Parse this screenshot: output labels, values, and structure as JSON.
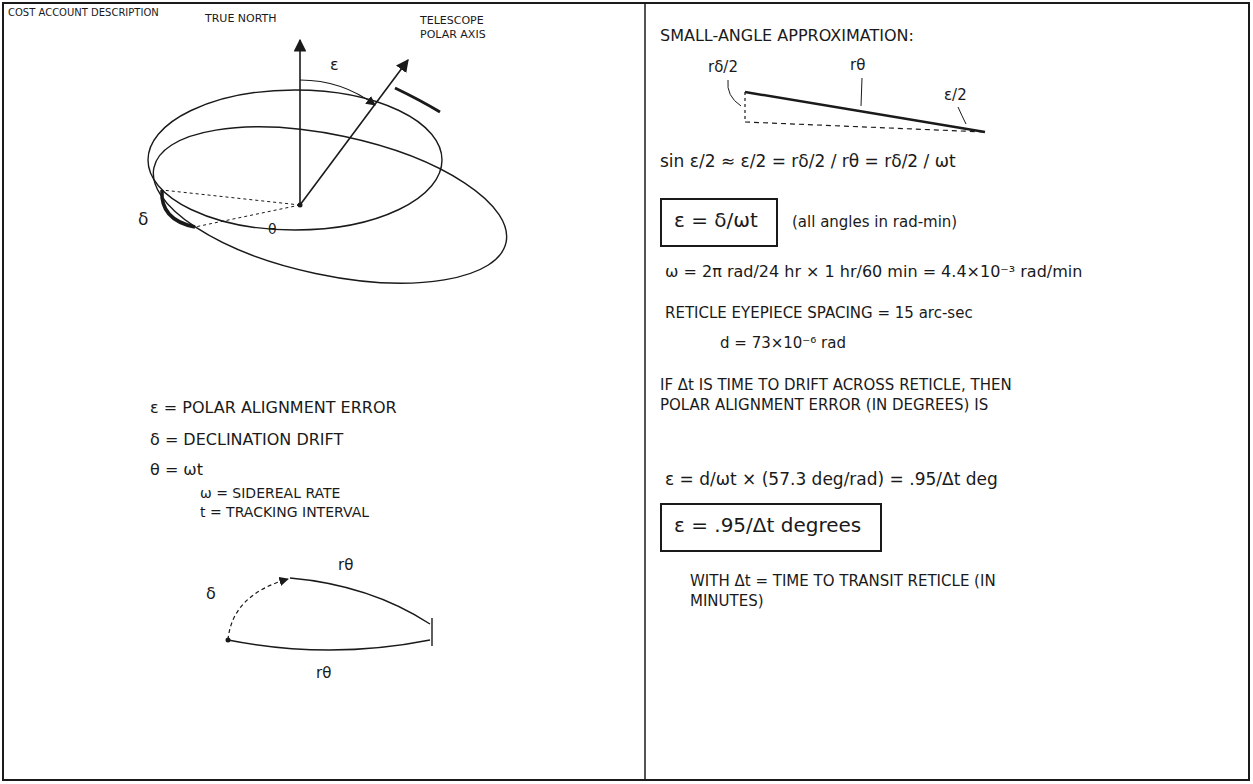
{
  "diagram": {
    "nodes": [
      {
        "text": [
          "ε = δ/ωt"
        ]
      },
      {
        "text": [
          "ε = .95/Δt degrees"
        ]
      }
    ],
    "labels": [
      "COST ACCOUNT DESCRIPTION",
      "TRUE NORTH",
      "TELESCOPE POLAR AXIS",
      "ε",
      "θ",
      "δ",
      "ε = POLAR ALIGNMENT ERROR",
      "δ = DECLINATION DRIFT",
      "θ = ωt",
      "ω = SIDEREAL RATE",
      "t = TRACKING INTERVAL",
      "δ",
      "rθ",
      "rθ",
      "SMALL-ANGLE APPROXIMATION:",
      "rδ/2",
      "rθ",
      "ε/2",
      "sin ε/2 ≈ ε/2 = rδ/2 / rθ = rδ/2 / ωt",
      "(all angles in rad-min)",
      "ω = 2π rad/24 hr × 1 hr/60 min = 4.4×10⁻³ rad/min",
      "RETICLE EYEPIECE SPACING = 15 arc-sec",
      "d = 73×10⁻⁶ rad",
      "IF Δt IS TIME TO DRIFT ACROSS RETICLE, THEN POLAR ALIGNMENT ERROR (IN DEGREES) IS",
      "ε = d/ωt × (57.3 deg/rad) = .95/Δt deg",
      "WITH Δt = TIME TO TRANSIT RETICLE (IN MINUTES)"
    ]
  }
}
